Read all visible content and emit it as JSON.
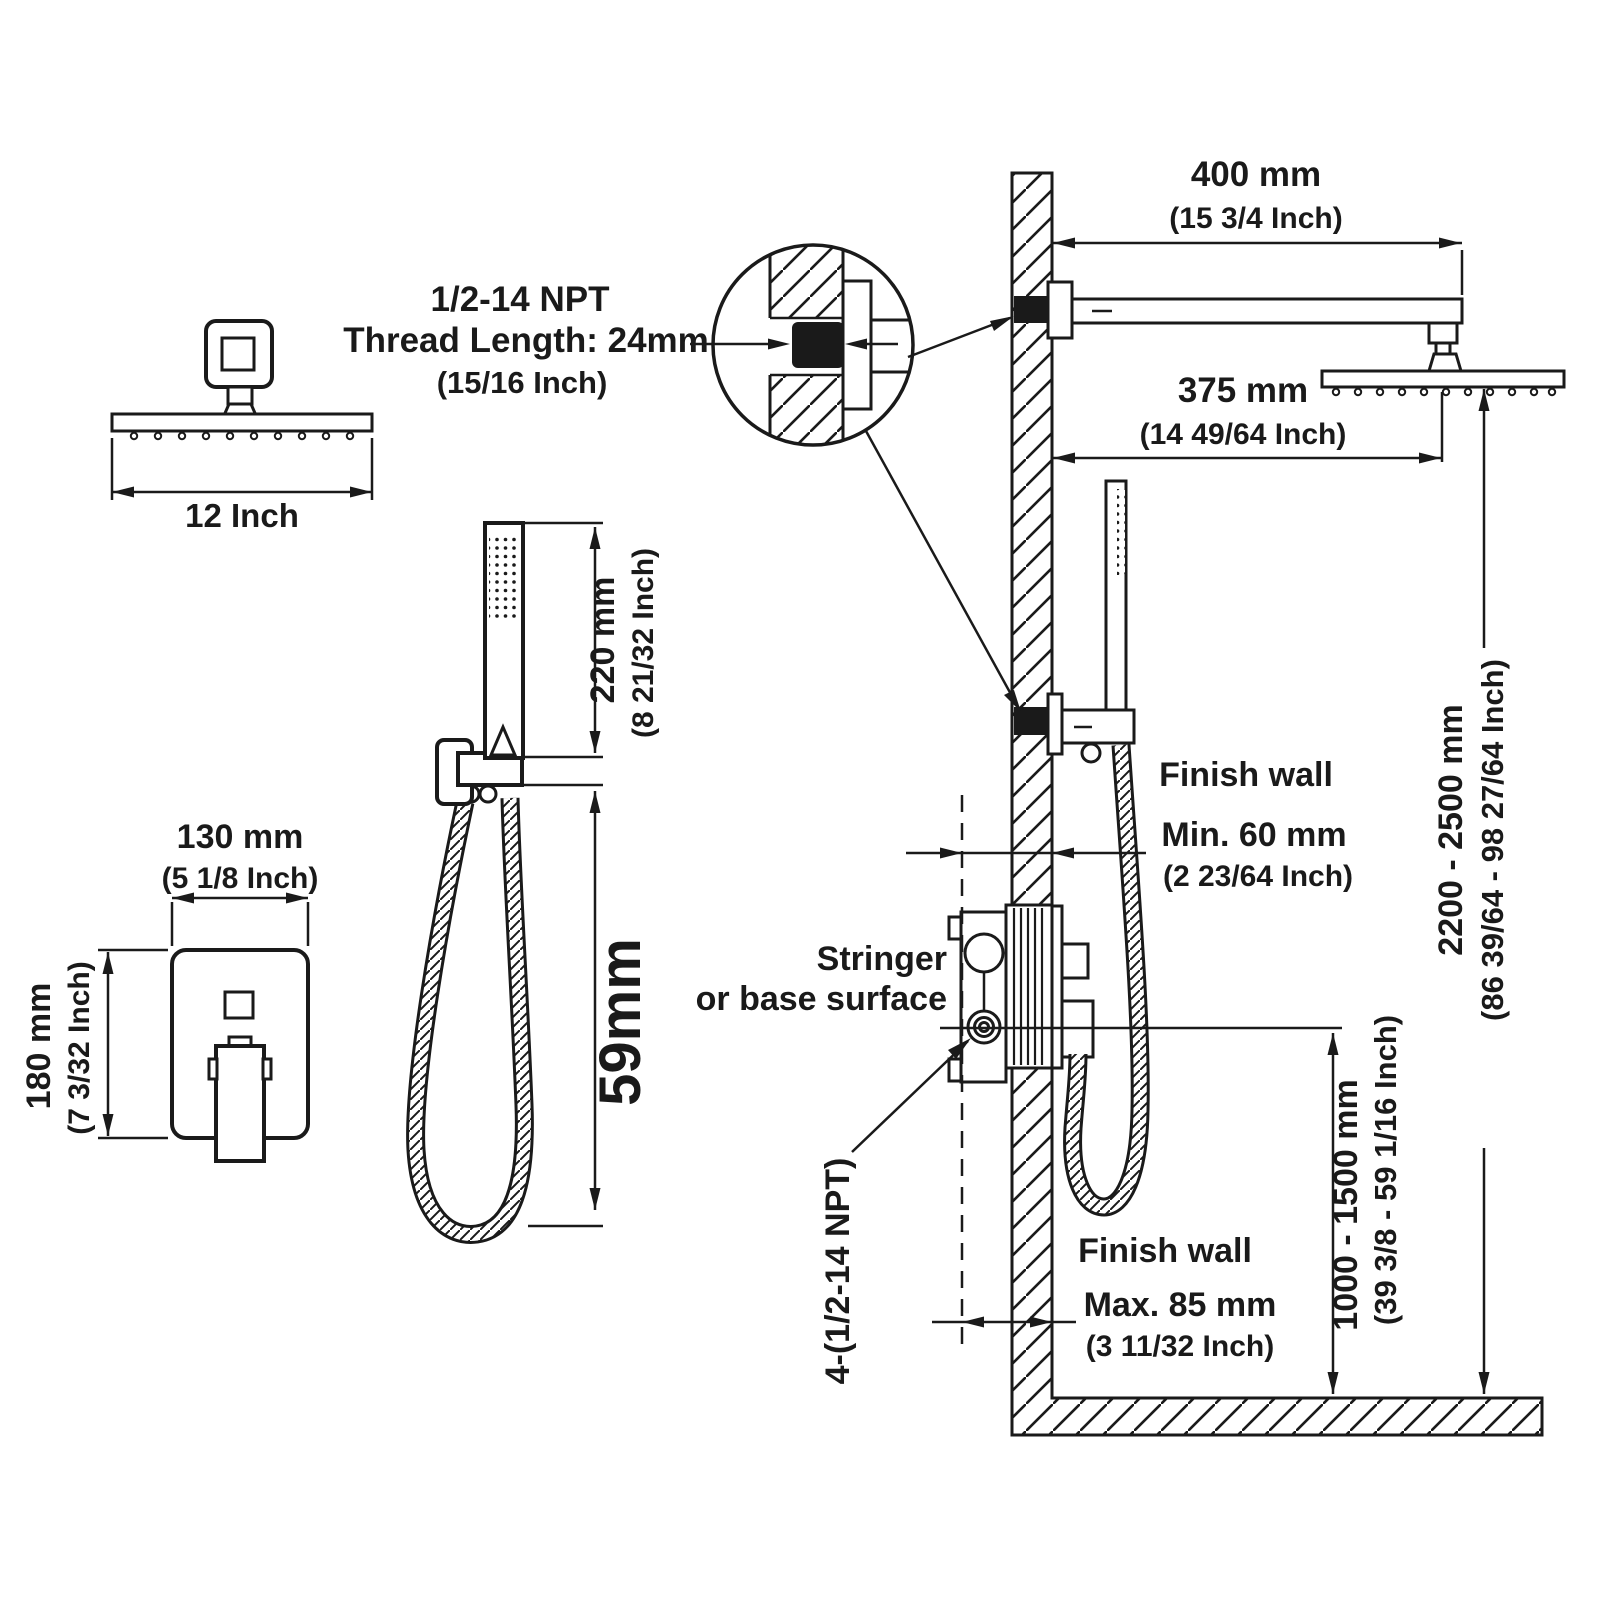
{
  "labels": {
    "callout": {
      "l1": "1/2-14 NPT",
      "l2": "Thread Length: 24mm",
      "l3": "(15/16 Inch)"
    },
    "top_view_head": {
      "width": "12 Inch"
    },
    "hand_shower": {
      "len_mm": "220 mm",
      "len_inch": "(8 21/32 Inch)",
      "hose": "59mm"
    },
    "trim": {
      "w_mm": "130 mm",
      "w_inch": "(5 1/8 Inch)",
      "h_mm": "180 mm",
      "h_inch": "(7 3/32 Inch)"
    },
    "install": {
      "arm_mm": "400 mm",
      "arm_inch": "(15 3/4 Inch)",
      "head_mm": "375 mm",
      "head_inch": "(14 49/64 Inch)",
      "finish_wall_top": "Finish wall",
      "min_mm": "Min. 60 mm",
      "min_inch": "(2 23/64 Inch)",
      "stringer_1": "Stringer",
      "stringer_2": "or base surface",
      "h_head_mm": "2200 - 2500 mm",
      "h_head_inch": "(86 39/64 - 98 27/64 Inch)",
      "h_valve_mm": "1000 - 1500 mm",
      "h_valve_inch": "(39 3/8 - 59 1/16 Inch)",
      "finish_wall_bottom": "Finish wall",
      "max_mm": "Max. 85 mm",
      "max_inch": "(3 11/32 Inch)",
      "npt": "4-(1/2-14 NPT)"
    },
    "colors": {
      "ink": "#1a1a1a",
      "paper": "#ffffff"
    }
  }
}
